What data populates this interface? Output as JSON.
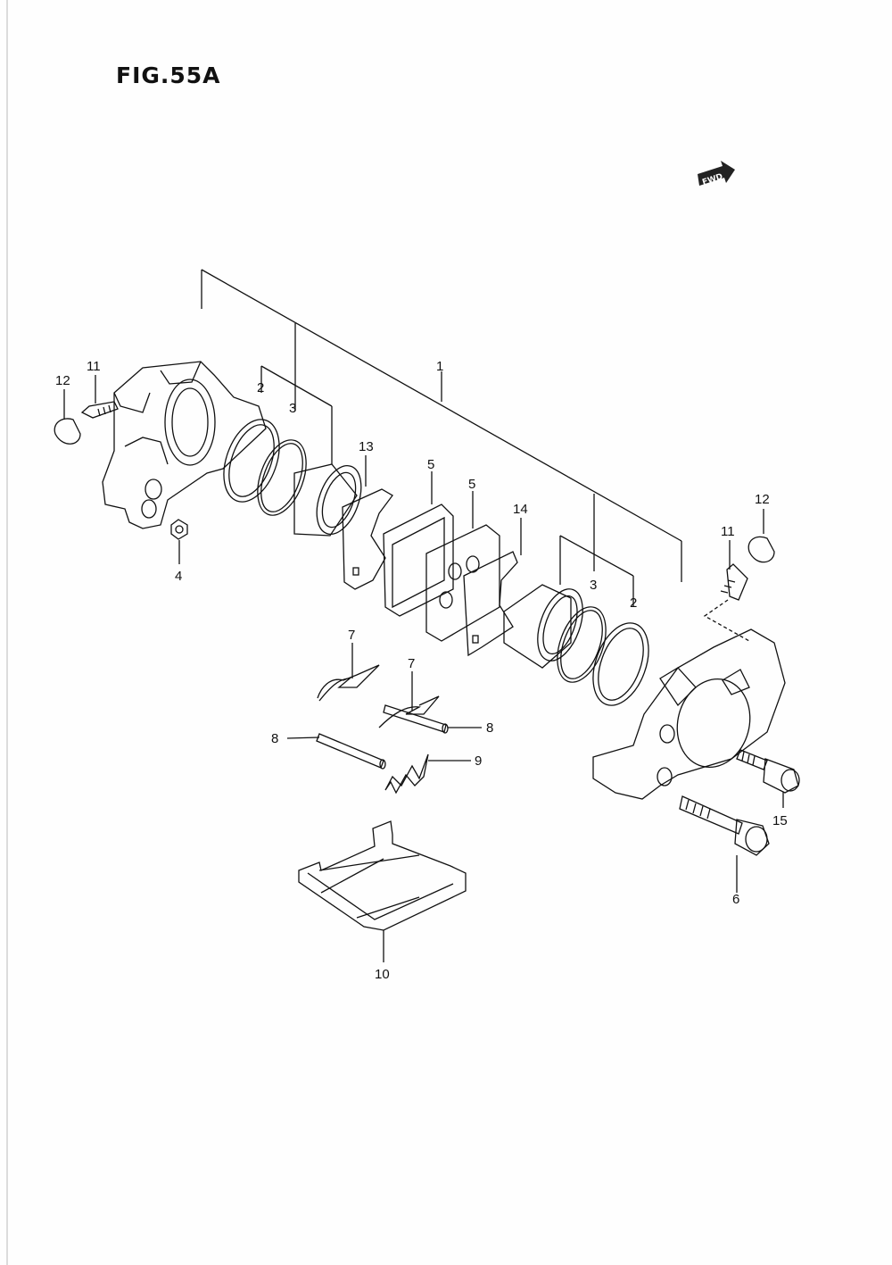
{
  "figure": {
    "title": "FIG.55A",
    "fwd_label": "FWD"
  },
  "callouts": [
    {
      "id": "c-12-left",
      "text": "12"
    },
    {
      "id": "c-11-left",
      "text": "11"
    },
    {
      "id": "c-2-left",
      "text": "2"
    },
    {
      "id": "c-3-left",
      "text": "3"
    },
    {
      "id": "c-1",
      "text": "1"
    },
    {
      "id": "c-13",
      "text": "13"
    },
    {
      "id": "c-5a",
      "text": "5"
    },
    {
      "id": "c-5b",
      "text": "5"
    },
    {
      "id": "c-14",
      "text": "14"
    },
    {
      "id": "c-4",
      "text": "4"
    },
    {
      "id": "c-12-right",
      "text": "12"
    },
    {
      "id": "c-11-right",
      "text": "11"
    },
    {
      "id": "c-3-right",
      "text": "3"
    },
    {
      "id": "c-2-right",
      "text": "2"
    },
    {
      "id": "c-7a",
      "text": "7"
    },
    {
      "id": "c-7b",
      "text": "7"
    },
    {
      "id": "c-8-right",
      "text": "8"
    },
    {
      "id": "c-8-left",
      "text": "8"
    },
    {
      "id": "c-9",
      "text": "9"
    },
    {
      "id": "c-15",
      "text": "15"
    },
    {
      "id": "c-6",
      "text": "6"
    },
    {
      "id": "c-10",
      "text": "10"
    }
  ]
}
